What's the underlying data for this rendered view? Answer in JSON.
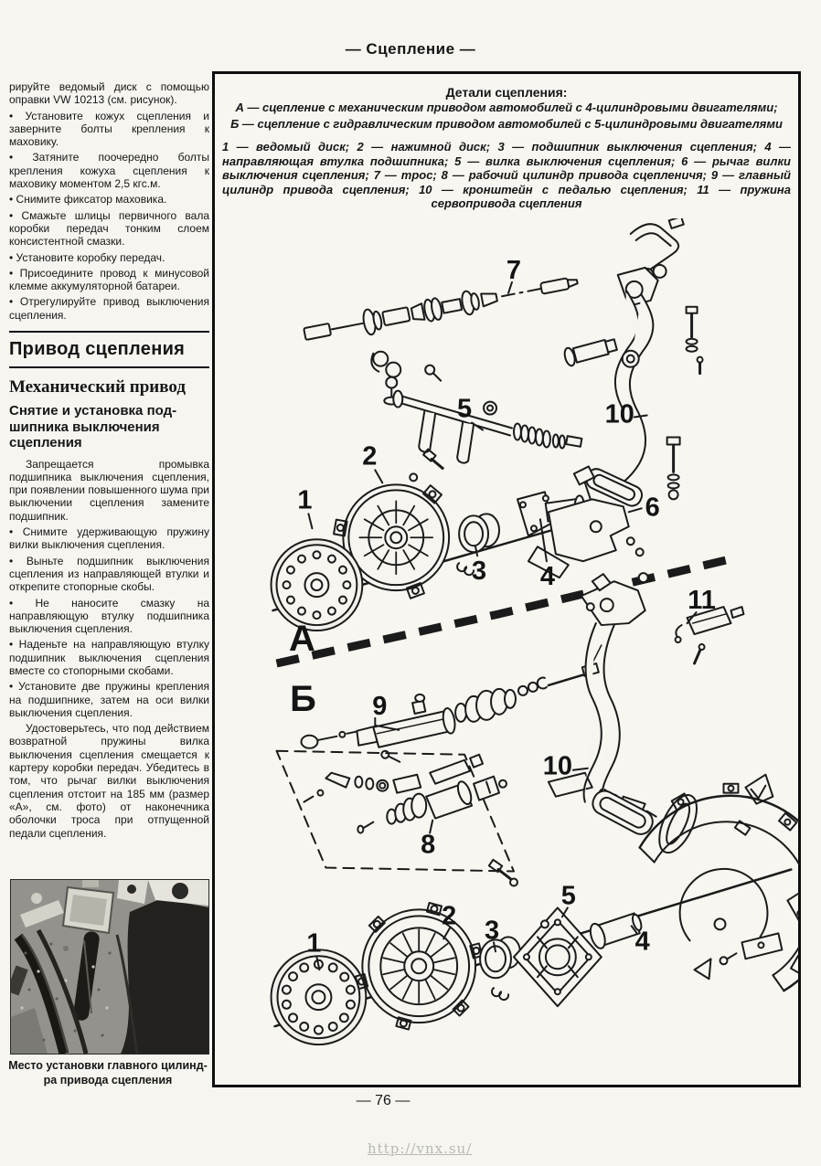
{
  "page": {
    "header_title": "— Сцепление —",
    "page_number": "— 76 —",
    "watermark": "http://vnx.su/"
  },
  "left_column": {
    "blocks": [
      {
        "text": "рируйте ведомый диск с помощью оправки VW 10213 (см. рисунок)."
      },
      {
        "text": "• Установите кожух сцепления и заверните болты крепления к маховику."
      },
      {
        "text": "• Затяните поочередно болты крепления кожуха сцепления к маховику моментом 2,5 кгс.м."
      },
      {
        "text": "• Снимите фиксатор маховика."
      },
      {
        "text": "• Смажьте шлицы первичного вала коробки передач тонким слоем консистентной смазки."
      },
      {
        "text": "• Установите коробку передач."
      },
      {
        "text": "• Присоедините провод к минусовой клемме аккумуляторной батареи."
      },
      {
        "text": "• Отрегулируйте привод выключения сцепления."
      },
      {
        "text": "Запрещается промывка подшипника выключения сцепления, при появлении повышенного шума при выключении сцепления замените подшипник."
      },
      {
        "text": "• Снимите удерживающую пружину вилки выключения сцепления."
      },
      {
        "text": "• Выньте подшипник выключения сцепления из направляющей втулки и открепите стопорные скобы."
      },
      {
        "text": "• Не наносите смазку на направляющую втулку подшипника выключения сцепления."
      },
      {
        "text": "• Наденьте на направляющую втулку подшипник выключения сцепления вместе со стопорными скобами."
      },
      {
        "text": "• Установите две пружины крепления на подшипнике, затем на оси вилки выключения сцепления."
      },
      {
        "text": "Удостоверьтесь, что под действием возвратной пружины вилка выключения сцепления смещается к картеру коробки передач. Убедитесь в том, что рычаг вилки выключения сцепления отстоит на 185 мм (размер «А», см. фото) от наконечника оболочки троса при отпущенной педали сцепления."
      }
    ],
    "heading1": "Привод сцепления",
    "heading2": "Механический привод",
    "heading3": "Снятие и установка под-\nшипника выключения\nсцепления",
    "photo_caption_line1": "Место установки главного цилинд-",
    "photo_caption_line2": "ра привода сцепления"
  },
  "details_box": {
    "title": "Детали сцепления:",
    "variant_a": "А — сцепление с механическим приводом автомобилей с 4-цилиндровыми двигателями;",
    "variant_b": "Б — сцепление с гидравлическим приводом автомобилей с 5-цилиндровыми двигателями",
    "parts_legend": "1 — ведомый диск; 2 — нажимной диск; 3 — подшипник выключения сцепления; 4 — направляющая втулка подшипника; 5 — вилка выключения сцепления; 6 — рычаг вилки выключения сцепления; 7 — трос; 8 — рабочий цилиндр привода сцепленичя; 9 — главный цилиндр привода сцепления; 10 — кронштейн с педалью сцепления; 11 — пружина сервопривода сцепления"
  },
  "diagram": {
    "colors": {
      "ink": "#1b1b1b",
      "paper": "#f6f5f0"
    },
    "callouts": {
      "a7": "7",
      "a5": "5",
      "a2": "2",
      "a1": "1",
      "a3": "3",
      "a4": "4",
      "a6": "6",
      "a10": "10",
      "secA": "А",
      "secB": "Б",
      "b11": "11",
      "b9": "9",
      "b10": "10",
      "b8": "8",
      "c1": "1",
      "c2": "2",
      "c3": "3",
      "c5": "5",
      "c4": "4"
    }
  }
}
